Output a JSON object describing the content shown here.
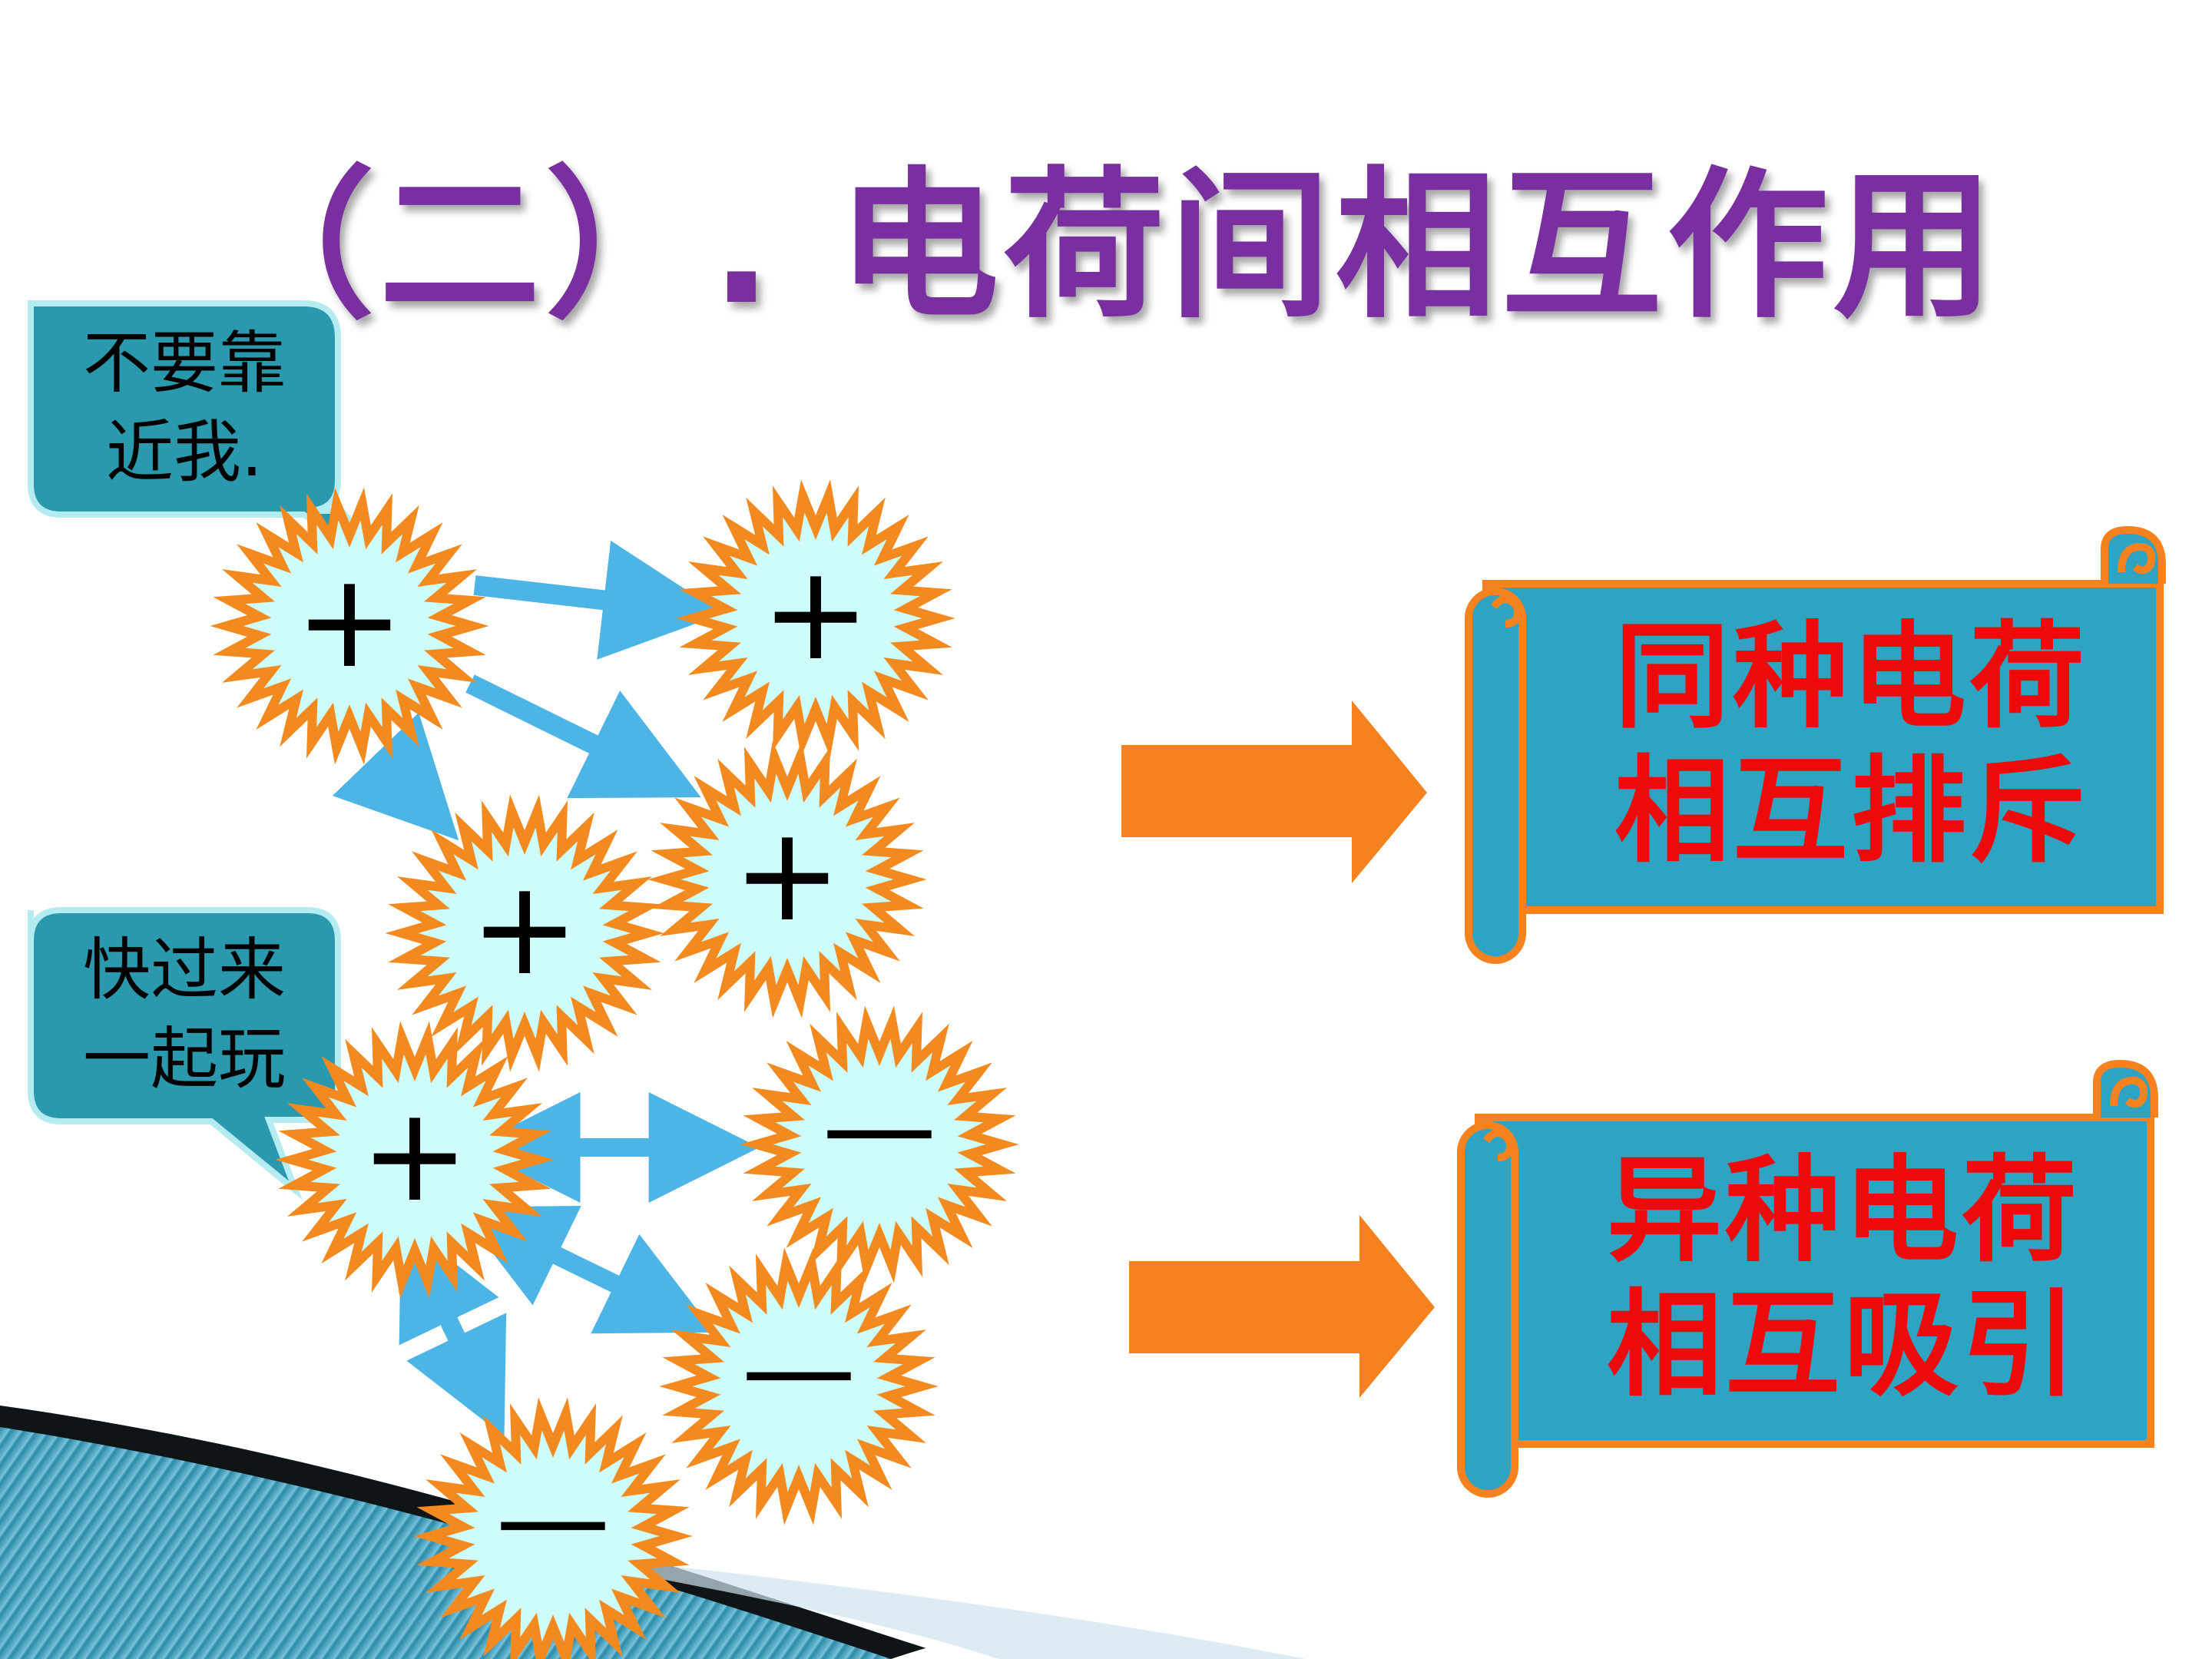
{
  "slide": {
    "title": "（二）. 电荷间相互作用"
  },
  "bubbles": {
    "repel_line1": "不要靠",
    "repel_line2": "近我.",
    "attract_line1": "快过来",
    "attract_line2": "一起玩"
  },
  "conclusions": {
    "like_line1": "同种电荷",
    "like_line2": "相互排斥",
    "unlike_line1": "异种电荷",
    "unlike_line2": "相互吸引"
  },
  "charges": {
    "positive_symbol": "+",
    "negative_symbol": "—"
  },
  "colors": {
    "title": "#7a2fa0",
    "burst_fill": "#cefcfb",
    "burst_stroke": "#f38a20",
    "arrow_blue": "#4db5e6",
    "arrow_orange": "#f5821f",
    "scroll_fill": "#2ea3c2",
    "scroll_border": "#f5821f",
    "scroll_text": "#ee0a0a",
    "bubble_fill": "#2a98ad"
  }
}
